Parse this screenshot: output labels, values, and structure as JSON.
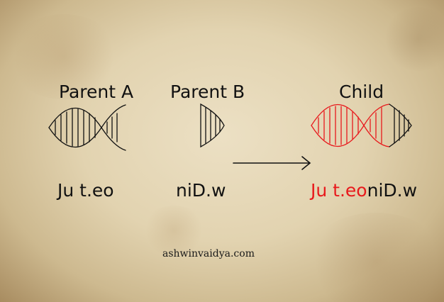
{
  "parent_a": {
    "title": "Parent A",
    "sequence": "Ju t.eo"
  },
  "parent_b": {
    "title": "Parent B",
    "sequence": "niD.w"
  },
  "child": {
    "title": "Child",
    "sequence_from_a": "Ju t.eo",
    "sequence_from_b": "niD.w"
  },
  "credit": "ashwinvaidya.com",
  "colors": {
    "inherited_from_a": "#e8191c",
    "inherited_from_b": "#111111"
  }
}
